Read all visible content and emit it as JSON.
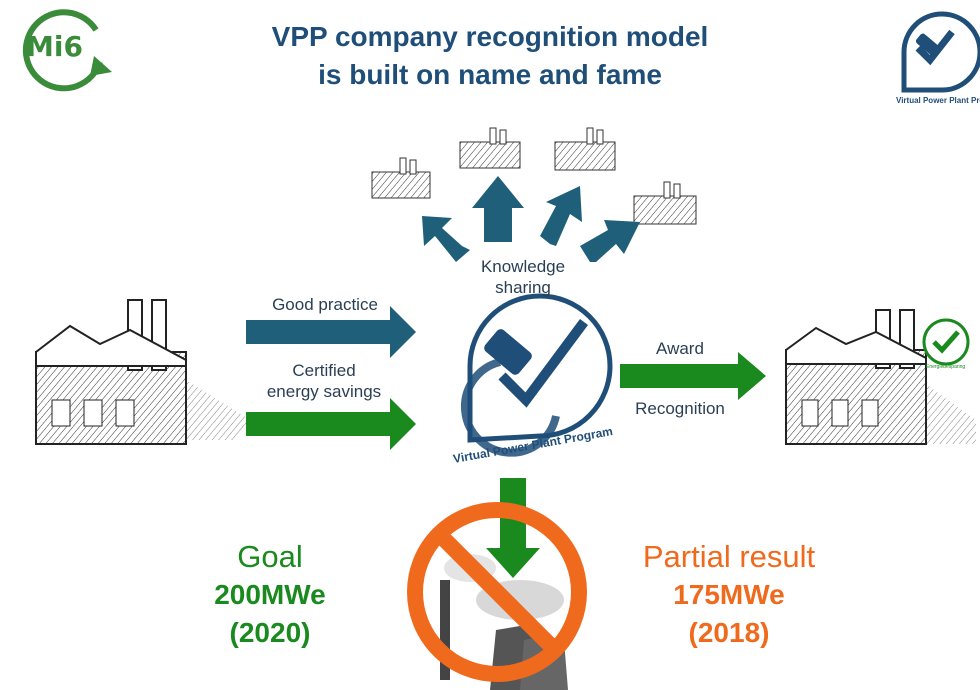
{
  "header": {
    "logo_text": "Mi6",
    "title_line1": "VPP company recognition model",
    "title_line2": "is built on name and fame",
    "brand_logo_text": "Virtual Power Plant Program"
  },
  "labels": {
    "knowledge_sharing_1": "Knowledge",
    "knowledge_sharing_2": "sharing",
    "good_practice": "Good practice",
    "certified_1": "Certified",
    "certified_2": "energy savings",
    "award": "Award",
    "recognition": "Recognition",
    "center_logo_text": "Virtual Power Plant Program",
    "badge_text": "Energiebesparing"
  },
  "goal": {
    "title": "Goal",
    "value": "200MWe",
    "year": "(2020)"
  },
  "result": {
    "title": "Partial result",
    "value": "175MWe",
    "year": "(2018)"
  },
  "colors": {
    "title_blue": "#1f4e79",
    "teal_arrow": "#1f5f7a",
    "green": "#1a8a1f",
    "orange": "#f06a1e",
    "logo_green": "#3a8b3a"
  }
}
